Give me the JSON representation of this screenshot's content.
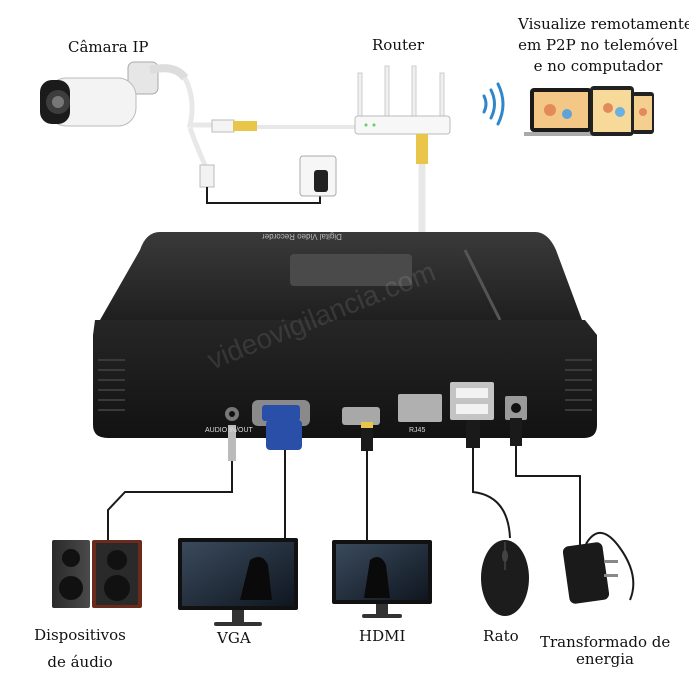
{
  "labels": {
    "camera": "Câmara IP",
    "router": "Router",
    "remote_1": "Visualize remotamente",
    "remote_2": "em P2P no telemóvel",
    "remote_3": "e no computador",
    "audio_1": "Dispositivos",
    "audio_2": "de áudio",
    "vga": "VGA",
    "hdmi": "HDMI",
    "mouse": "Rato",
    "power_1": "Transformado de",
    "power_2": "energia"
  },
  "device": {
    "top_text": "Digital Video Recorder",
    "port_audio": "AUDIO IN/OUT",
    "port_rj45": "RJ45",
    "watermark": "videovigilancia.com"
  },
  "colors": {
    "nvr_body": "#2b2b2b",
    "cable_white": "#e8e8e8",
    "cable_black": "#1a1a1a",
    "vga_blue": "#2a4fa8",
    "wifi_blue": "#2f86c9"
  }
}
